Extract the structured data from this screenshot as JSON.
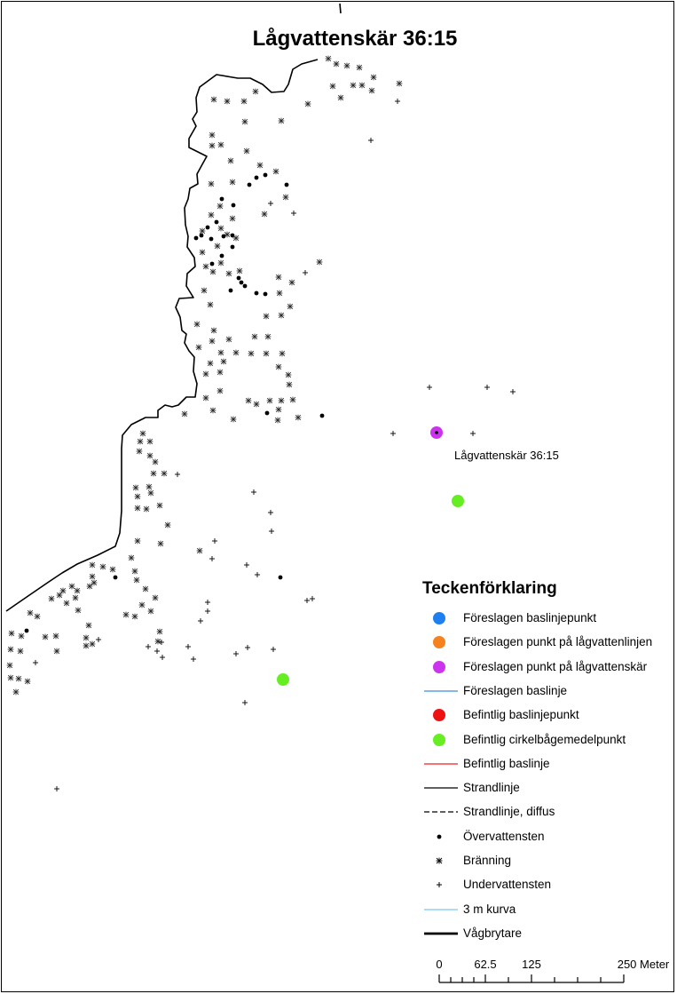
{
  "map": {
    "title": "Lågvattenskär 36:15",
    "place_label": "Lågvattenskär 36:15",
    "colors": {
      "coastline": "#000000",
      "proposed_low_water_skerry": "#cc33ee",
      "existing_arc_center": "#66ee22"
    },
    "symbol_key": {
      "rock_above_water": "dot",
      "breaking_water": "asterisk",
      "rock_under_water": "plus"
    }
  },
  "legend": {
    "title": "Teckenförklaring",
    "items": [
      {
        "key": "proposed-baseline-point",
        "label": "Föreslagen baslinjepunkt",
        "symbol": "circle",
        "color": "#1e7ff0"
      },
      {
        "key": "proposed-low-water-line-point",
        "label": "Föreslagen punkt på lågvattenlinjen",
        "symbol": "circle",
        "color": "#f5821f"
      },
      {
        "key": "proposed-low-water-skerry-point",
        "label": "Föreslagen punkt på lågvattenskär",
        "symbol": "circle",
        "color": "#cc33ee"
      },
      {
        "key": "proposed-baseline",
        "label": "Föreslagen baslinje",
        "symbol": "line",
        "color": "#3c8cdc"
      },
      {
        "key": "existing-baseline-point",
        "label": "Befintlig baslinjepunkt",
        "symbol": "circle",
        "color": "#ee1111"
      },
      {
        "key": "existing-arc-center-point",
        "label": "Befintlig cirkelbågemedelpunkt",
        "symbol": "circle",
        "color": "#66ee22"
      },
      {
        "key": "existing-baseline",
        "label": "Befintlig baslinje",
        "symbol": "line",
        "color": "#ee2222"
      },
      {
        "key": "shoreline",
        "label": "Strandlinje",
        "symbol": "line",
        "color": "#000000"
      },
      {
        "key": "shoreline-diffuse",
        "label": "Strandlinje, diffus",
        "symbol": "dashed-line",
        "color": "#000000"
      },
      {
        "key": "rock-above-water",
        "label": "Övervattensten",
        "symbol": "dot",
        "color": "#000000"
      },
      {
        "key": "breaking-water",
        "label": "Bränning",
        "symbol": "asterisk",
        "color": "#000000"
      },
      {
        "key": "rock-under-water",
        "label": "Undervattensten",
        "symbol": "plus",
        "color": "#000000"
      },
      {
        "key": "depth-contour-3m",
        "label": "3 m kurva",
        "symbol": "line",
        "color": "#7cc8f0"
      },
      {
        "key": "breakwater",
        "label": "Vågbrytare",
        "symbol": "thick-line",
        "color": "#000000"
      }
    ]
  },
  "scale_bar": {
    "unit": "Meter",
    "labels": [
      "0",
      "62.5",
      "125",
      "250 Meter"
    ]
  }
}
